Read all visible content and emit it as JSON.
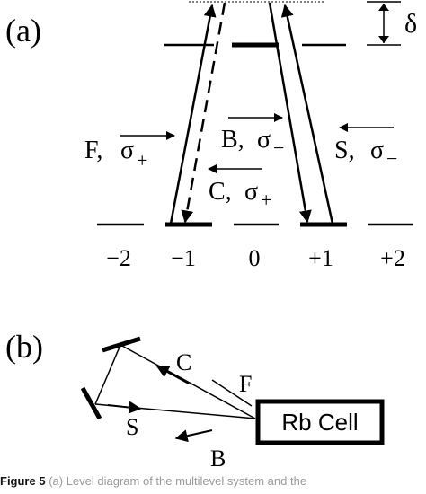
{
  "panel_a": {
    "label": "(a)",
    "delta_symbol": "δ",
    "sublevels": [
      "−2",
      "−1",
      "0",
      "+1",
      "+2"
    ],
    "beams": {
      "F": {
        "name": "F,",
        "pol": "σ",
        "pol_sign": "+"
      },
      "B": {
        "name": "B,",
        "pol": "σ",
        "pol_sign": "−"
      },
      "S": {
        "name": "S,",
        "pol": "σ",
        "pol_sign": "−"
      },
      "C": {
        "name": "C,",
        "pol": "σ",
        "pol_sign": "+"
      }
    }
  },
  "panel_b": {
    "label": "(b)",
    "cell_label": "Rb Cell",
    "beam_labels": {
      "C": "C",
      "F": "F",
      "S": "S",
      "B": "B"
    }
  },
  "caption": {
    "bold": "Figure 5",
    "text": "   (a) Level diagram of the multilevel system and the"
  },
  "colors": {
    "ink": "#000000",
    "caption": "#9a9a9a"
  }
}
